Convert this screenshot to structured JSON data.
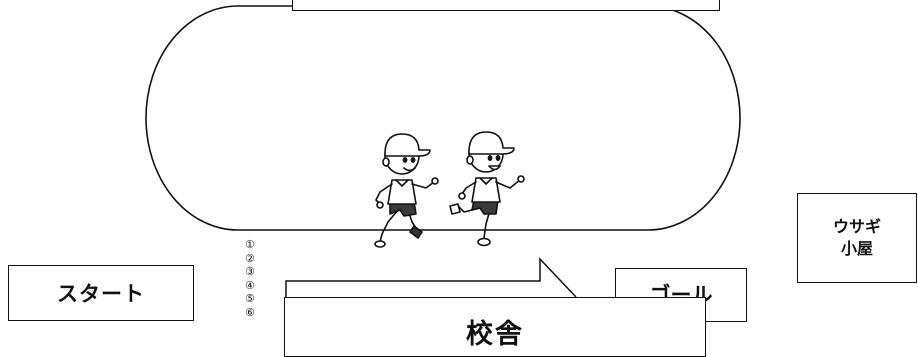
{
  "labels": {
    "start": "スタート",
    "goal": "ゴール",
    "school": "校舎",
    "rabbit_hutch_line1": "ウサギ",
    "rabbit_hutch_line2": "小屋"
  },
  "lane_numbers": [
    "①",
    "②",
    "③",
    "④",
    "⑤",
    "⑥"
  ],
  "colors": {
    "line": "#111111",
    "background": "#ffffff",
    "face": "#ffffff"
  }
}
